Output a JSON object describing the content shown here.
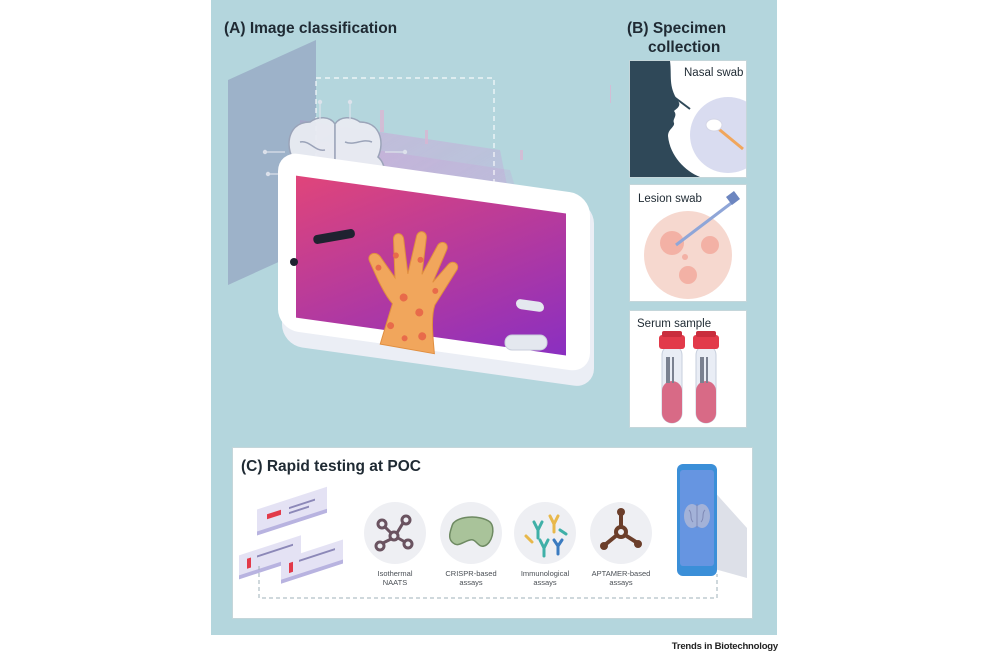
{
  "panel_a": {
    "title": "(A) Image classification"
  },
  "panel_b": {
    "title_line1": "(B) Specimen",
    "title_line2": "collection",
    "cards": [
      {
        "label": "Nasal swab"
      },
      {
        "label": "Lesion swab"
      },
      {
        "label": "Serum sample"
      }
    ]
  },
  "panel_c": {
    "title": "(C) Rapid testing at POC",
    "assays": [
      {
        "line1": "Isothermal",
        "line2": "NAATS"
      },
      {
        "line1": "CRISPR-based",
        "line2": "assays"
      },
      {
        "line1": "Immunological",
        "line2": "assays"
      },
      {
        "line1": "APTAMER-based",
        "line2": "assays"
      }
    ]
  },
  "credit": "Trends in Biotechnology",
  "colors": {
    "background": "#b4d6dd",
    "phone_screen_start": "#d9427a",
    "phone_screen_end": "#8b2fc0",
    "hand": "#f1a65c",
    "skin_dark": "#2f4858"
  }
}
